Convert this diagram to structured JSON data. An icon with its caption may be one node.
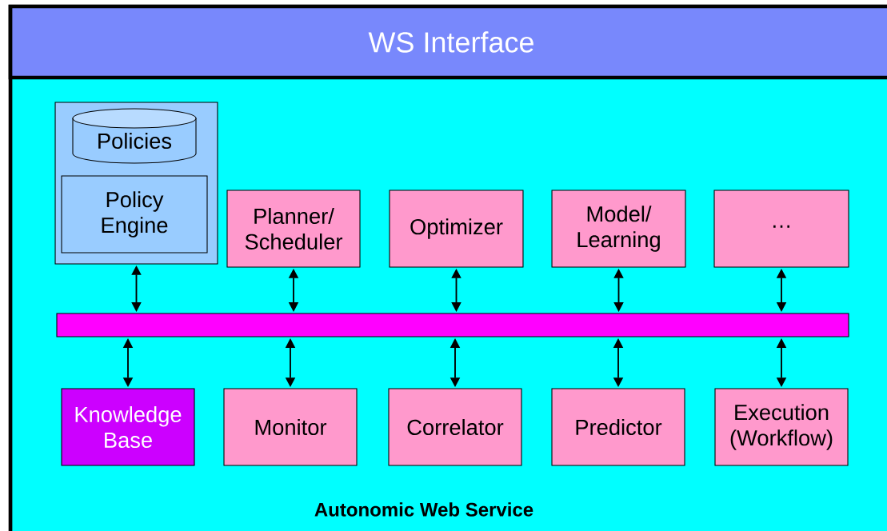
{
  "diagram": {
    "nodes": [
      {
        "text": [
          "Autonomic Web Service"
        ]
      },
      {
        "text": [
          "WS Interface"
        ],
        "in": 0
      },
      {
        "text": [],
        "shape": "box",
        "in": 0
      },
      {
        "text": [
          "Policies"
        ],
        "in": 2
      },
      {
        "text": [
          "Policy Engine"
        ],
        "in": 2
      },
      {
        "text": [
          "Planner/ Scheduler"
        ],
        "in": 0
      },
      {
        "text": [
          "Optimizer"
        ],
        "in": 0
      },
      {
        "text": [
          "Model/ Learning"
        ],
        "in": 0
      },
      {
        "text": [
          "…"
        ],
        "in": 0
      },
      {
        "text": [],
        "shape": "bar",
        "in": 0
      },
      {
        "text": [
          "Knowledge Base"
        ],
        "in": 0
      },
      {
        "text": [
          "Monitor"
        ],
        "in": 0
      },
      {
        "text": [
          "Correlator"
        ],
        "in": 0
      },
      {
        "text": [
          "Predictor"
        ],
        "in": 0
      },
      {
        "text": [
          "Execution (Workflow)"
        ],
        "in": 0
      }
    ],
    "edges": [
      {
        "from": 2,
        "to": 9,
        "arrow": "both"
      },
      {
        "from": 5,
        "to": 9,
        "arrow": "both"
      },
      {
        "from": 6,
        "to": 9,
        "arrow": "both"
      },
      {
        "from": 7,
        "to": 9,
        "arrow": "both"
      },
      {
        "from": 8,
        "to": 9,
        "arrow": "both"
      },
      {
        "from": 9,
        "to": 10,
        "arrow": "both"
      },
      {
        "from": 9,
        "to": 11,
        "arrow": "both"
      },
      {
        "from": 9,
        "to": 12,
        "arrow": "both"
      },
      {
        "from": 9,
        "to": 13,
        "arrow": "both"
      },
      {
        "from": 9,
        "to": 14,
        "arrow": "both"
      }
    ]
  }
}
